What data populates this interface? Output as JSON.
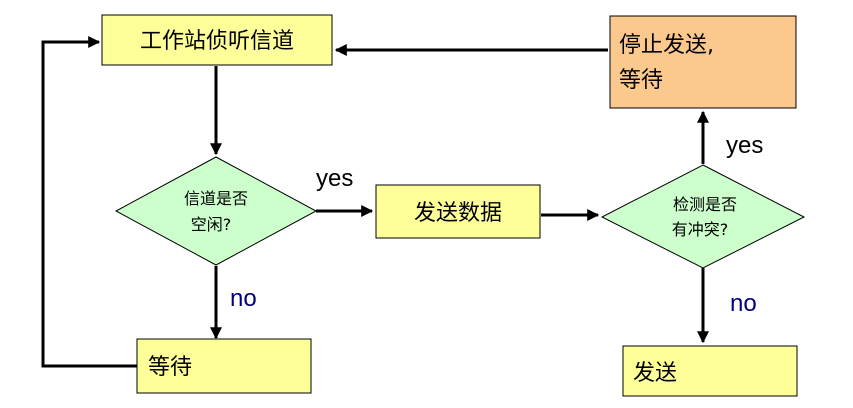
{
  "nodes": {
    "listen": "工作站侦听信道",
    "stop_line1": "停止发送,",
    "stop_line2": "等待",
    "check_idle_line1": "信道是否",
    "check_idle_line2": "空闲?",
    "send_data": "发送数据",
    "detect_line1": "检测是否",
    "detect_line2": "有冲突?",
    "wait": "等待",
    "send": "发送"
  },
  "edges": {
    "idle_yes": "yes",
    "idle_no": "no",
    "collision_yes": "yes",
    "collision_no": "no"
  },
  "colors": {
    "process_fill": "#ffff99",
    "stop_fill": "#fbc98e",
    "decision_fill": "#ccffcc",
    "no_label": "#000080"
  }
}
